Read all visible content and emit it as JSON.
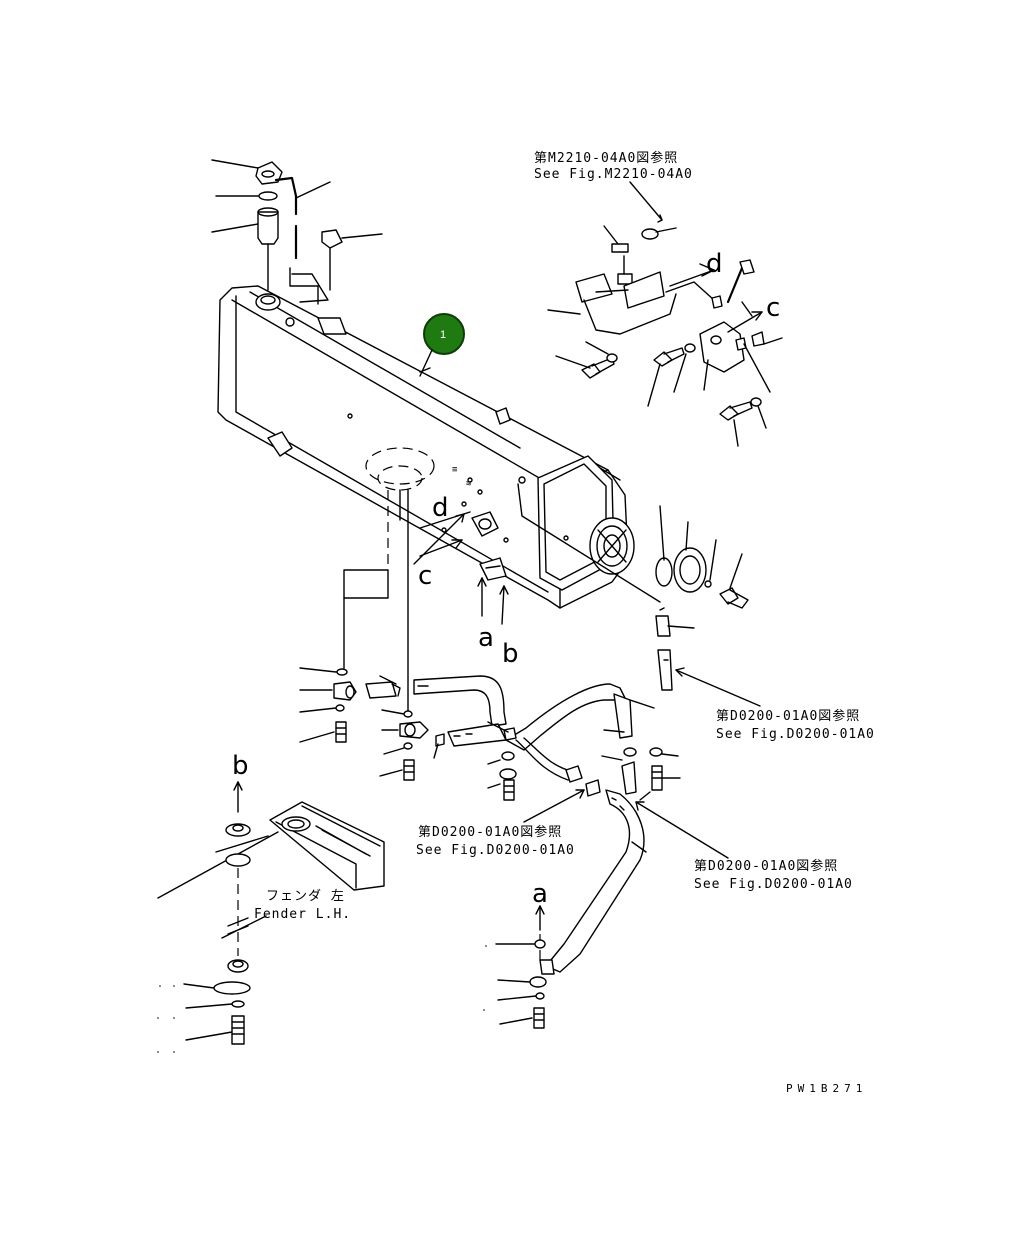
{
  "callouts": {
    "upper_right": {
      "jp": "第M2210-04A0図参照",
      "en": "See Fig.M2210-04A0"
    },
    "right_mid": {
      "jp": "第D0200-01A0図参照",
      "en": "See Fig.D0200-01A0"
    },
    "center_lower": {
      "jp": "第D0200-01A0図参照",
      "en": "See Fig.D0200-01A0"
    },
    "right_lower": {
      "jp": "第D0200-01A0図参照",
      "en": "See Fig.D0200-01A0"
    }
  },
  "fender": {
    "jp": "フェンダ 左",
    "en": "Fender L.H."
  },
  "part_badge": {
    "number": "1",
    "color": "#1f7a12"
  },
  "letters": {
    "a": "a",
    "b": "b",
    "c": "c",
    "d": "d"
  },
  "drawing_ref": "PW1B271"
}
